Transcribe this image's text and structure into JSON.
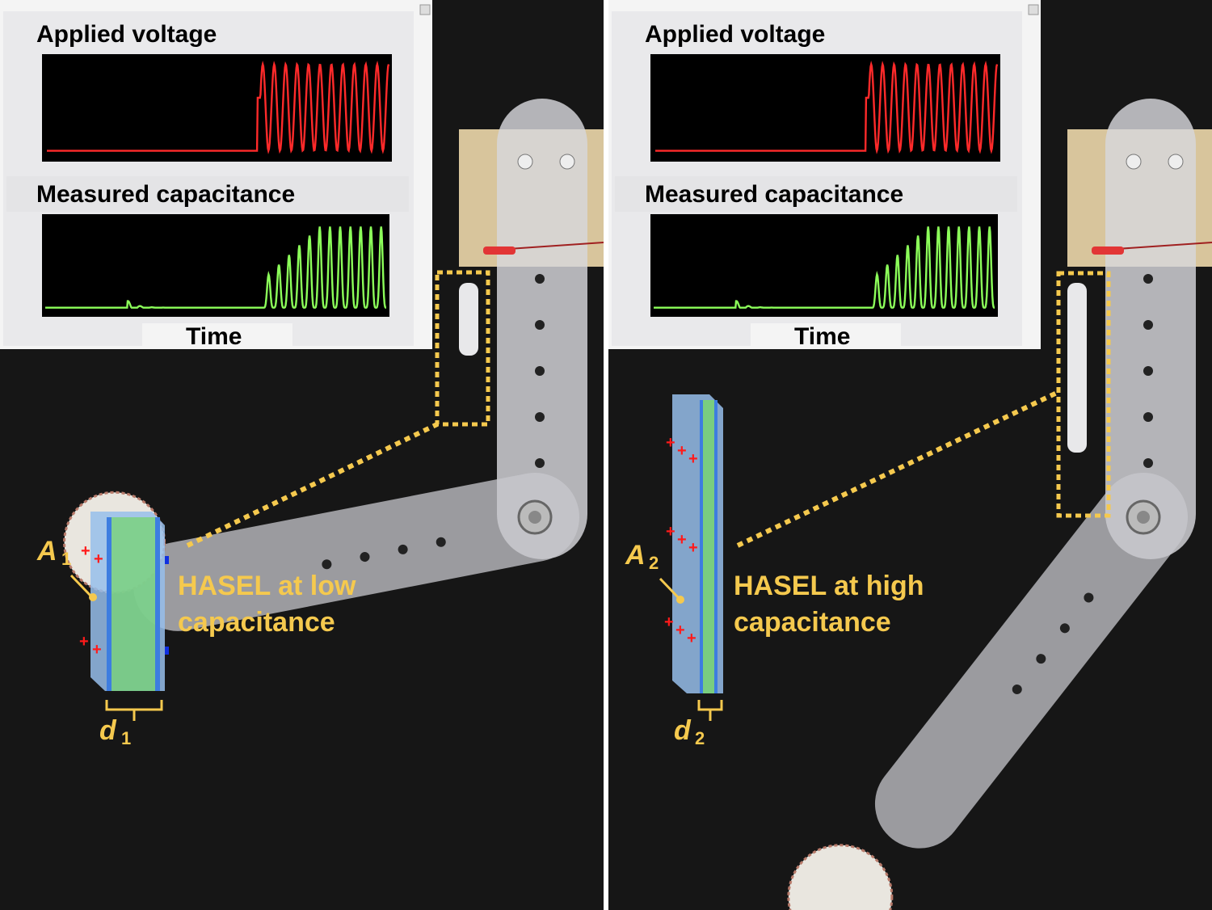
{
  "panels": [
    {
      "voltage_title": "Applied voltage",
      "capacitance_title": "Measured capacitance",
      "time_label": "Time",
      "area_symbol": "A",
      "area_subscript": "1",
      "thickness_symbol": "d",
      "thickness_subscript": "1",
      "caption_line1": "HASEL at low",
      "caption_line2": "capacitance",
      "state": "arm lowered, actuator relaxed"
    },
    {
      "voltage_title": "Applied voltage",
      "capacitance_title": "Measured capacitance",
      "time_label": "Time",
      "area_symbol": "A",
      "area_subscript": "2",
      "thickness_symbol": "d",
      "thickness_subscript": "2",
      "caption_line1": "HASEL at high",
      "caption_line2": "capacitance",
      "state": "arm raised, actuator contracted"
    }
  ],
  "colors": {
    "voltage_trace": "#ff2a2a",
    "capacitance_trace": "#8cff5a",
    "annotation": "#f5c94e",
    "electrode": "#3d7de0",
    "dielectric": "#7fd07a",
    "charge": "#ff1a1a",
    "background": "#161616"
  }
}
